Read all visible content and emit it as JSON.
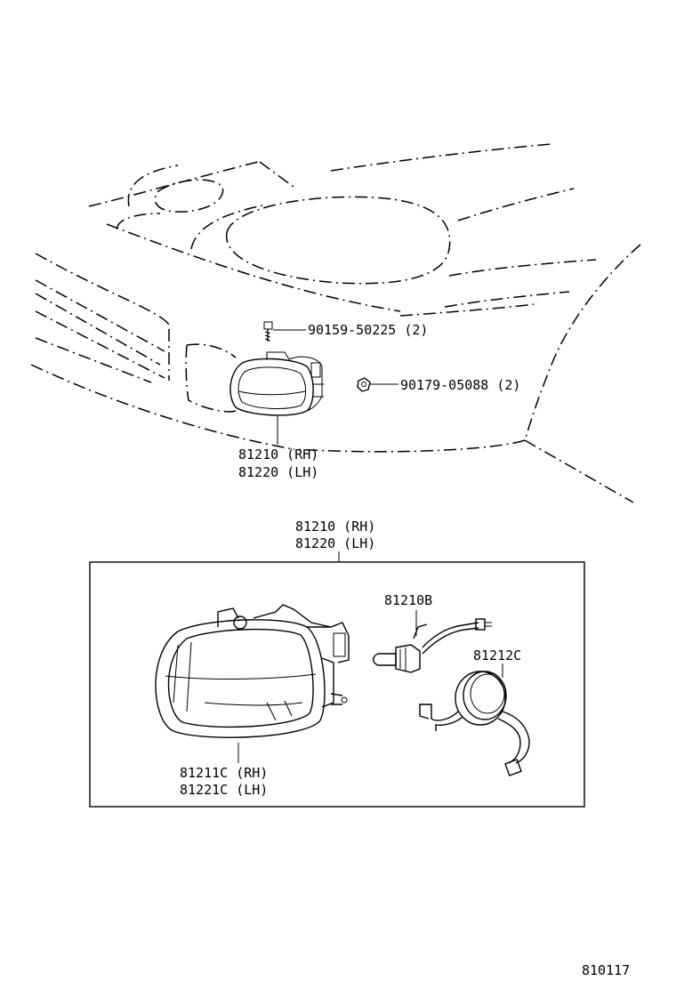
{
  "callouts": {
    "bolt": "90159-50225 (2)",
    "nut": "90179-05088 (2)",
    "assembly_rh_top": "81210 (RH)",
    "assembly_lh_top": "81220 (LH)",
    "assembly_rh_box": "81210 (RH)",
    "assembly_lh_box": "81220 (LH)",
    "bulb": "81210B",
    "socket": "81212C",
    "lens_rh": "81211C (RH)",
    "lens_lh": "81221C (LH)"
  },
  "figure_code": "810117"
}
